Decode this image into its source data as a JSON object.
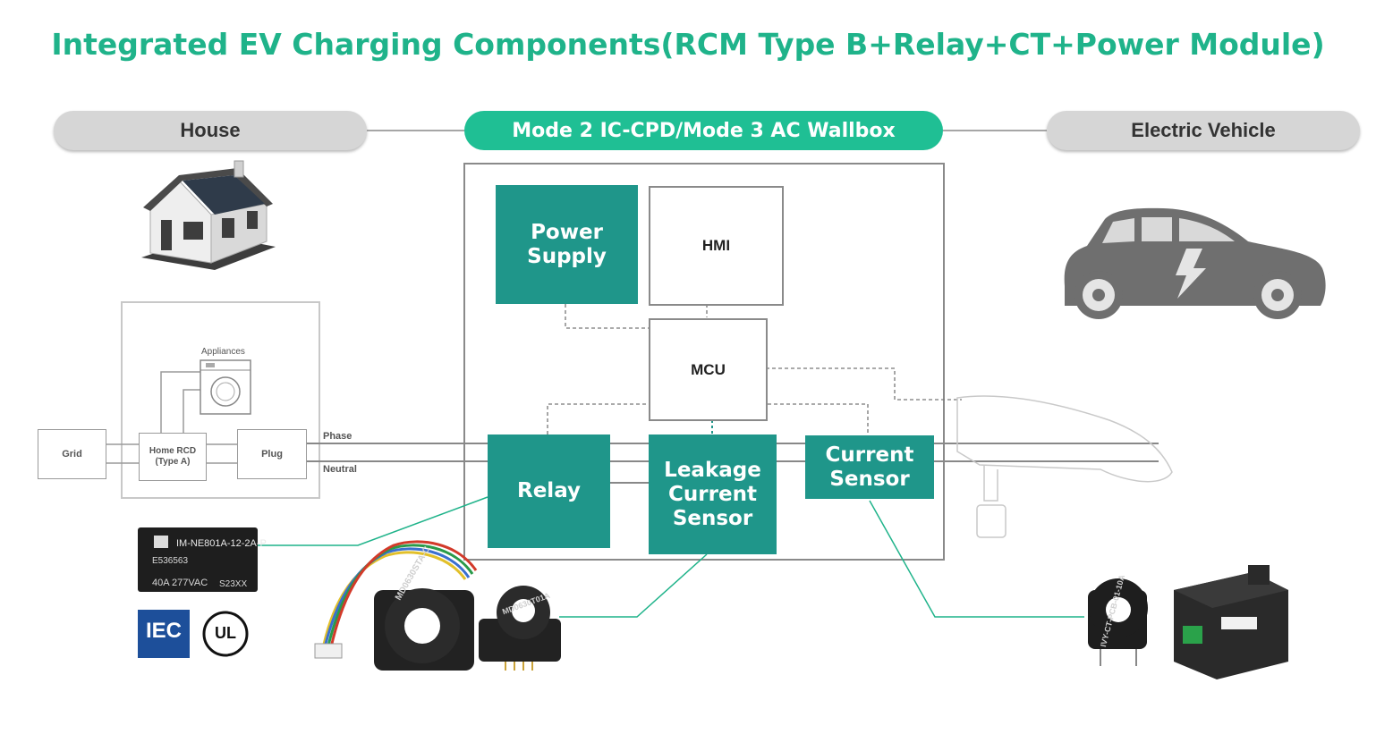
{
  "title": "Integrated EV Charging Components(RCM Type B+Relay+CT+Power Module)",
  "headers": {
    "house": "House",
    "wallbox": "Mode 2 IC-CPD/Mode 3 AC Wallbox",
    "vehicle": "Electric Vehicle"
  },
  "blocks": {
    "power_supply": "Power Supply",
    "hmi": "HMI",
    "mcu": "MCU",
    "relay": "Relay",
    "leakage_sensor": "Leakage Current Sensor",
    "current_sensor": "Current Sensor"
  },
  "house_circuit": {
    "appliances": "Appliances",
    "grid": "Grid",
    "home_rcd": "Home RCD (Type A)",
    "plug": "Plug",
    "phase": "Phase",
    "neutral": "Neutral"
  },
  "relay_product": {
    "model": "IM-NE801A-12-2A-P",
    "cert_no": "E536563",
    "rating": "40A  277VAC",
    "code": "S23XX"
  },
  "leakage_products": {
    "model_1": "MD0630STA-C",
    "model_2": "MD0630T01A"
  },
  "ct_product": {
    "model": "IVY-CT-PCB-01-10A"
  },
  "cert_logos": [
    "IEC",
    "UL"
  ],
  "colors": {
    "title_green": "#1fb38a",
    "pill_green": "#1fbf94",
    "block_teal": "#1f968a",
    "pill_gray": "#d6d6d6"
  }
}
